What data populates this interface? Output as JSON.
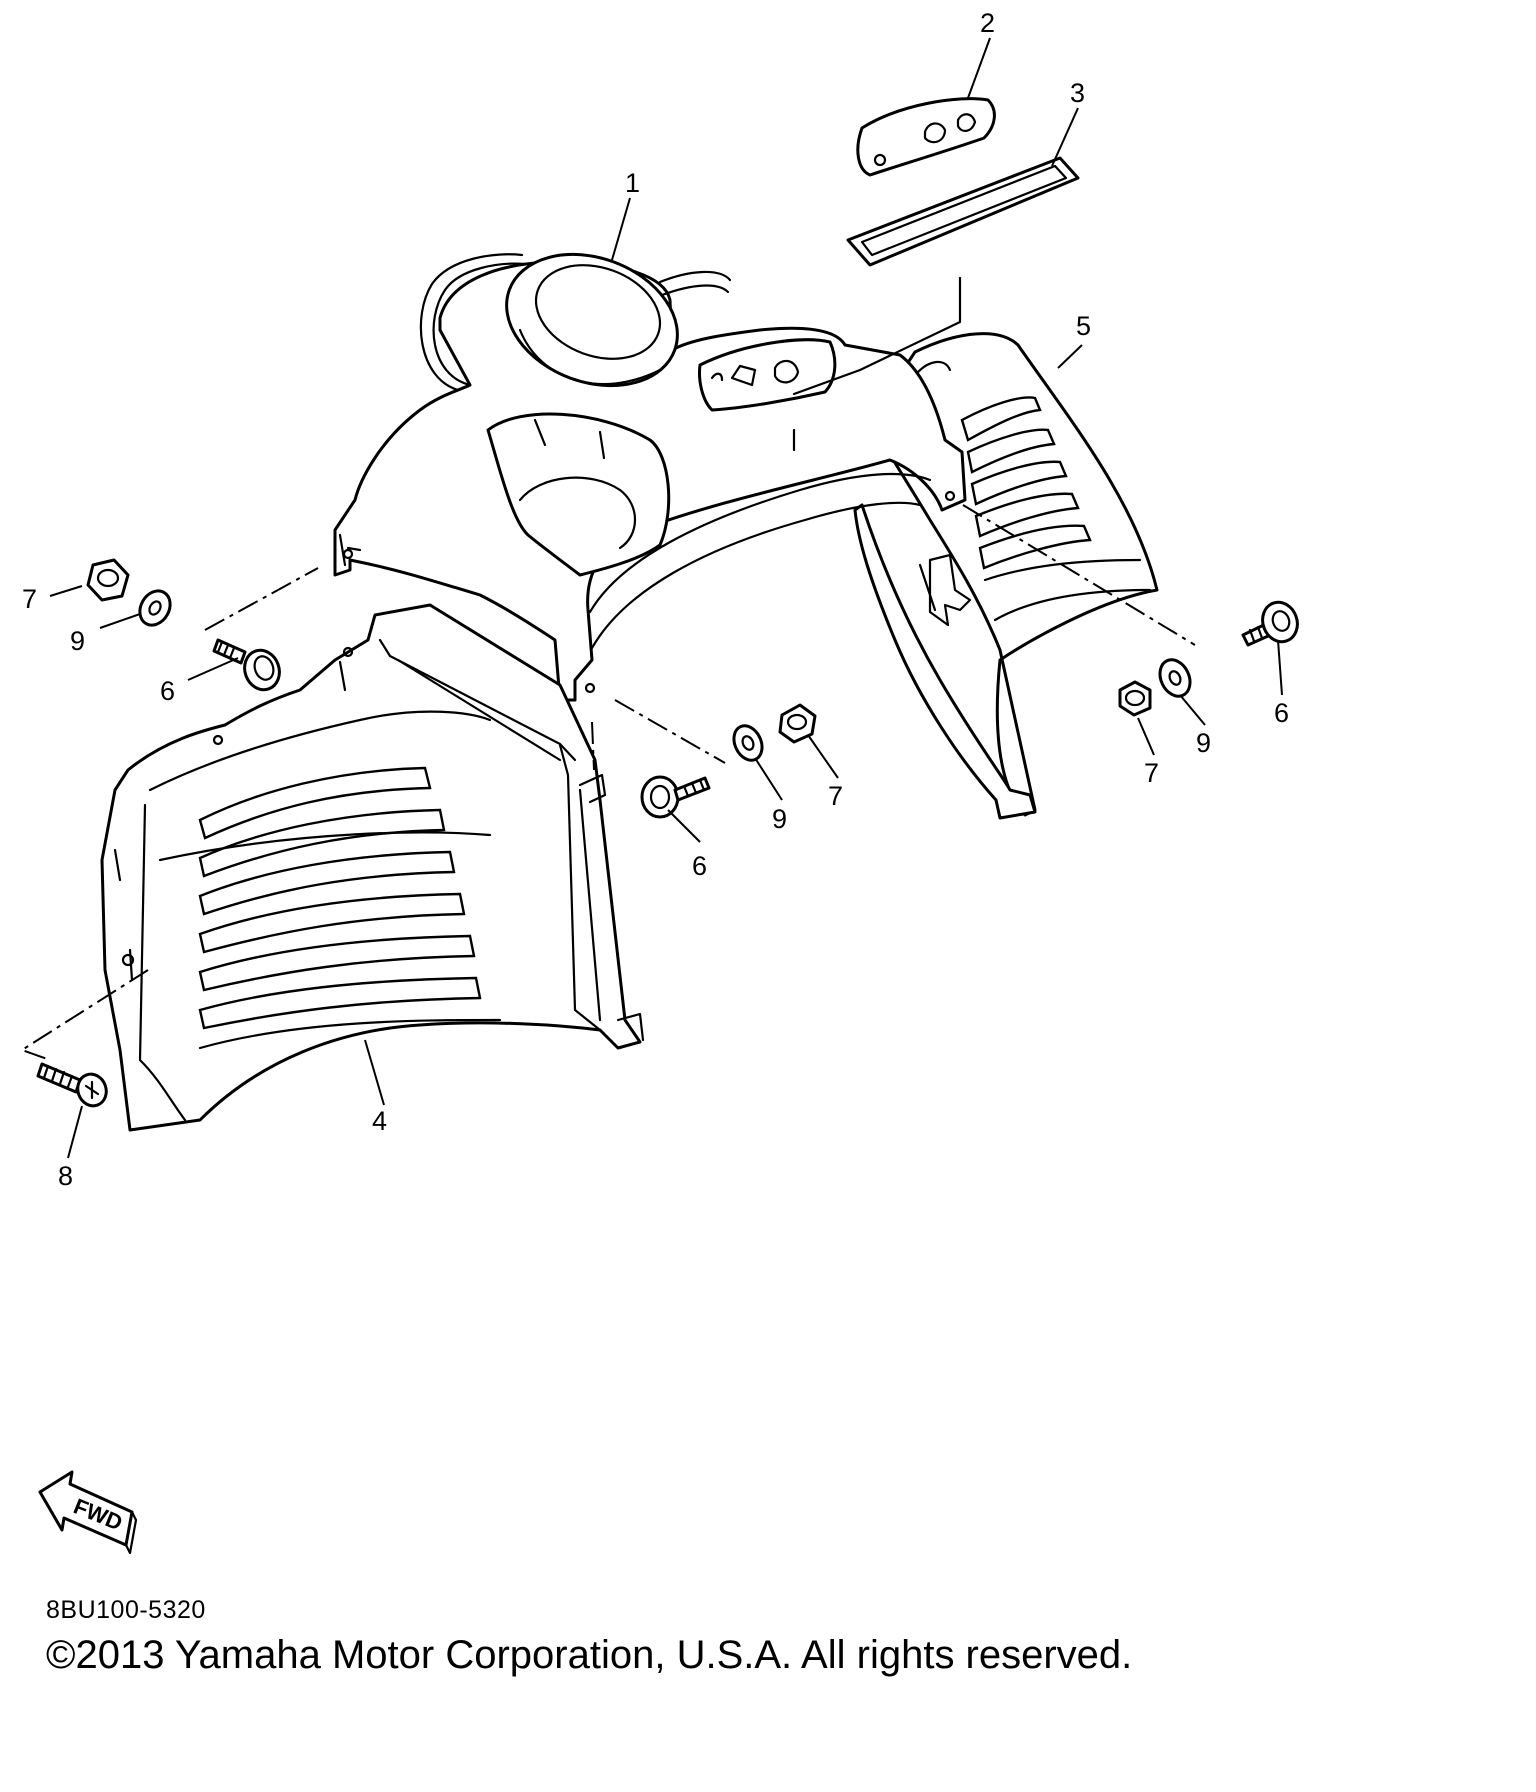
{
  "diagram": {
    "callouts": [
      {
        "id": "c1",
        "label": "1"
      },
      {
        "id": "c2",
        "label": "2"
      },
      {
        "id": "c3",
        "label": "3"
      },
      {
        "id": "c4",
        "label": "4"
      },
      {
        "id": "c5",
        "label": "5"
      },
      {
        "id": "c6a",
        "label": "6"
      },
      {
        "id": "c6b",
        "label": "6"
      },
      {
        "id": "c6c",
        "label": "6"
      },
      {
        "id": "c7a",
        "label": "7"
      },
      {
        "id": "c7b",
        "label": "7"
      },
      {
        "id": "c7c",
        "label": "7"
      },
      {
        "id": "c8",
        "label": "8"
      },
      {
        "id": "c9a",
        "label": "9"
      },
      {
        "id": "c9b",
        "label": "9"
      },
      {
        "id": "c9c",
        "label": "9"
      }
    ],
    "fwd_label": "FWD",
    "diagram_code": "8BU100-5320",
    "copyright": "©2013 Yamaha Motor Corporation, U.S.A. All rights reserved."
  },
  "colors": {
    "line": "#000000",
    "background": "#ffffff"
  }
}
